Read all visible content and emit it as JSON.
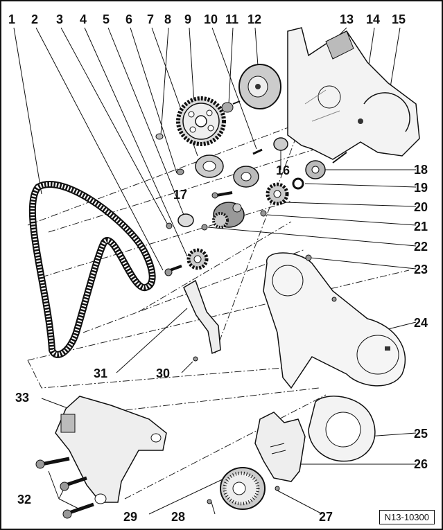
{
  "figure": {
    "reference": "N13-10300",
    "callouts": [
      "1",
      "2",
      "3",
      "4",
      "5",
      "6",
      "7",
      "8",
      "9",
      "10",
      "11",
      "12",
      "13",
      "14",
      "15",
      "16",
      "17",
      "18",
      "19",
      "20",
      "21",
      "22",
      "23",
      "24",
      "25",
      "26",
      "27",
      "28",
      "29",
      "30",
      "31",
      "32",
      "33"
    ]
  }
}
